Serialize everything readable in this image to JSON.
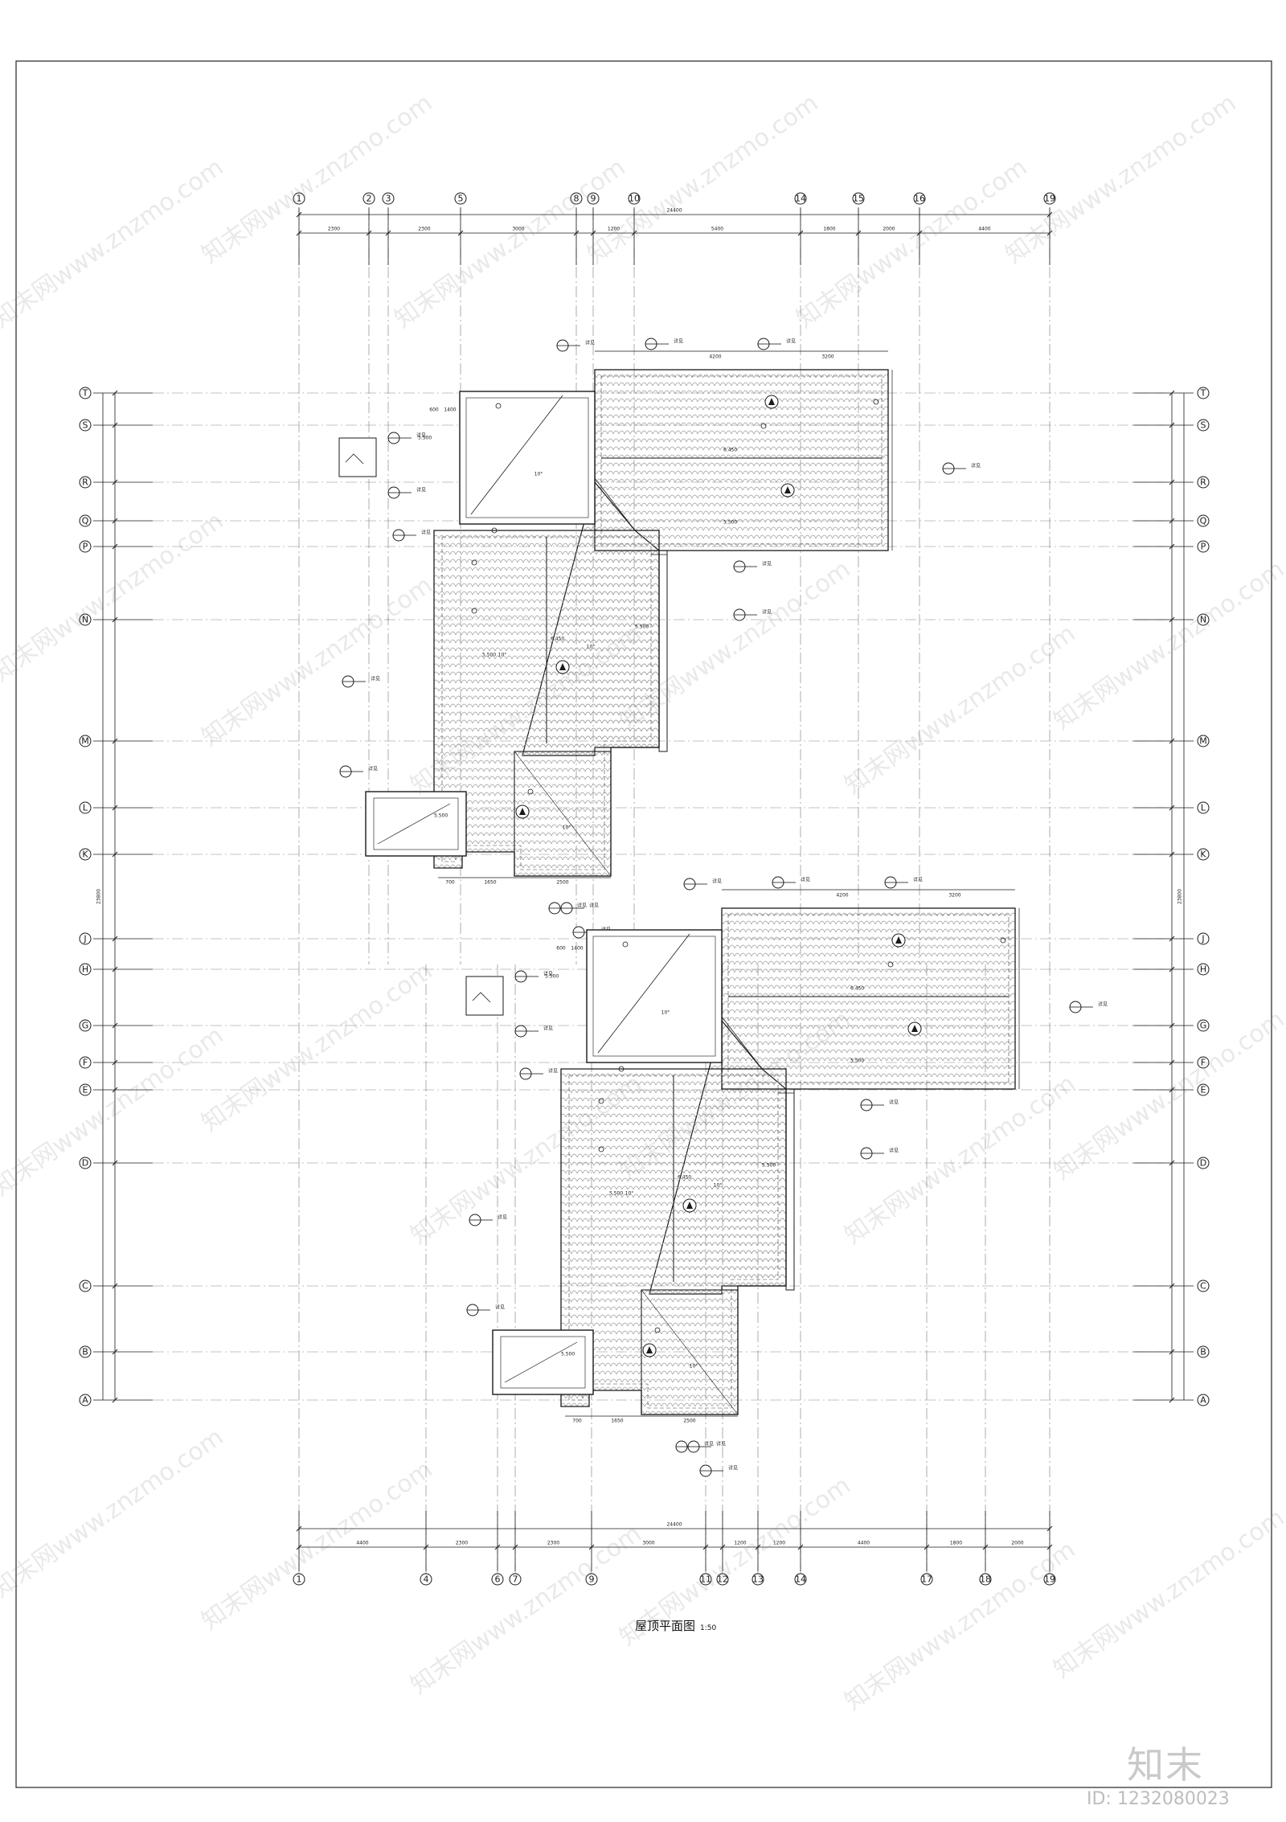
{
  "drawing": {
    "title": "屋顶平面图",
    "scale": "1:50"
  },
  "watermark": {
    "text": "知末网www.znzmo.com",
    "brand": "知末",
    "id_label": "ID: 1232080023"
  },
  "axes": {
    "top_labels": [
      "1",
      "2",
      "3",
      "5",
      "8",
      "9",
      "10",
      "14",
      "15",
      "16",
      "19"
    ],
    "bottom_labels": [
      "1",
      "4",
      "6",
      "7",
      "9",
      "11",
      "12",
      "13",
      "14",
      "17",
      "18",
      "19"
    ],
    "row_labels": [
      "T",
      "S",
      "R",
      "Q",
      "P",
      "N",
      "M",
      "L",
      "K",
      "J",
      "H",
      "G",
      "F",
      "E",
      "D",
      "C",
      "B",
      "A"
    ]
  },
  "dimensions": {
    "top_total": "24400",
    "bottom_total": "24400",
    "top_segments": [
      "2300",
      "",
      "2300",
      "3000",
      "",
      "1200",
      "5400",
      "1800",
      "2000",
      "4400"
    ],
    "bottom_segments": [
      "4400",
      "2300",
      "",
      "2300",
      "3000",
      "",
      "1200",
      "1200",
      "4400",
      "1800",
      "2000"
    ],
    "left_total": "23800",
    "right_total": "23800"
  },
  "annotations": {
    "detail_ref": "详见",
    "slope": "10°",
    "eave_level": "5.500",
    "ridge_level": "6.450",
    "label_600": "600",
    "label_1400": "1400",
    "label_2500": "2500",
    "label_700": "700",
    "label_1650": "1650",
    "label_4200": "4200",
    "label_3200": "3200"
  },
  "colors": {
    "line": "#1a1a1a",
    "grid": "#6f6f6f",
    "tile": "#9a9a9a"
  }
}
